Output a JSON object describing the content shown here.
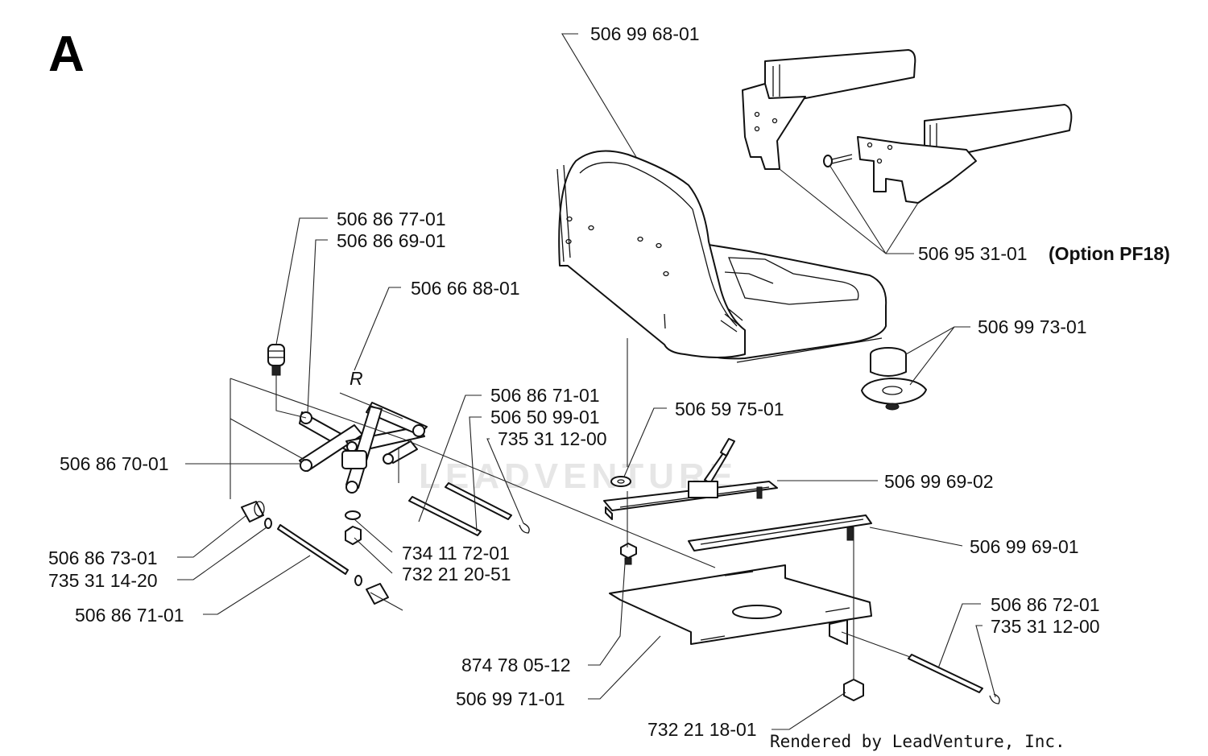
{
  "diagram": {
    "section_letter": "A",
    "watermark": "LEADVENTURE",
    "credit": "Rendered by LeadVenture, Inc.",
    "parts": [
      {
        "id": "p1",
        "number": "506 99 68-01"
      },
      {
        "id": "p2",
        "number": "506 95 31-01",
        "note": "(Option PF18)"
      },
      {
        "id": "p3",
        "number": "506 99 73-01"
      },
      {
        "id": "p4",
        "number": "506 86 77-01"
      },
      {
        "id": "p5",
        "number": "506 86 69-01"
      },
      {
        "id": "p6",
        "number": "506 66 88-01"
      },
      {
        "id": "p7",
        "number": "506 86 71-01"
      },
      {
        "id": "p8",
        "number": "506 50 99-01"
      },
      {
        "id": "p9",
        "number": "735 31 12-00"
      },
      {
        "id": "p10",
        "number": "506 59 75-01"
      },
      {
        "id": "p11",
        "number": "506 86 70-01"
      },
      {
        "id": "p12",
        "number": "506 99 69-02"
      },
      {
        "id": "p13",
        "number": "506 99 69-01"
      },
      {
        "id": "p14",
        "number": "506 86 73-01"
      },
      {
        "id": "p15",
        "number": "735 31 14-20"
      },
      {
        "id": "p16",
        "number": "734 11 72-01"
      },
      {
        "id": "p17",
        "number": "732 21 20-51"
      },
      {
        "id": "p18",
        "number": "506 86 71-01"
      },
      {
        "id": "p19",
        "number": "506 86 72-01"
      },
      {
        "id": "p20",
        "number": "735 31 12-00"
      },
      {
        "id": "p21",
        "number": "874 78 05-12"
      },
      {
        "id": "p22",
        "number": "506 99 71-01"
      },
      {
        "id": "p23",
        "number": "732 21 18-01"
      }
    ],
    "hand_marks": [
      "R"
    ]
  }
}
